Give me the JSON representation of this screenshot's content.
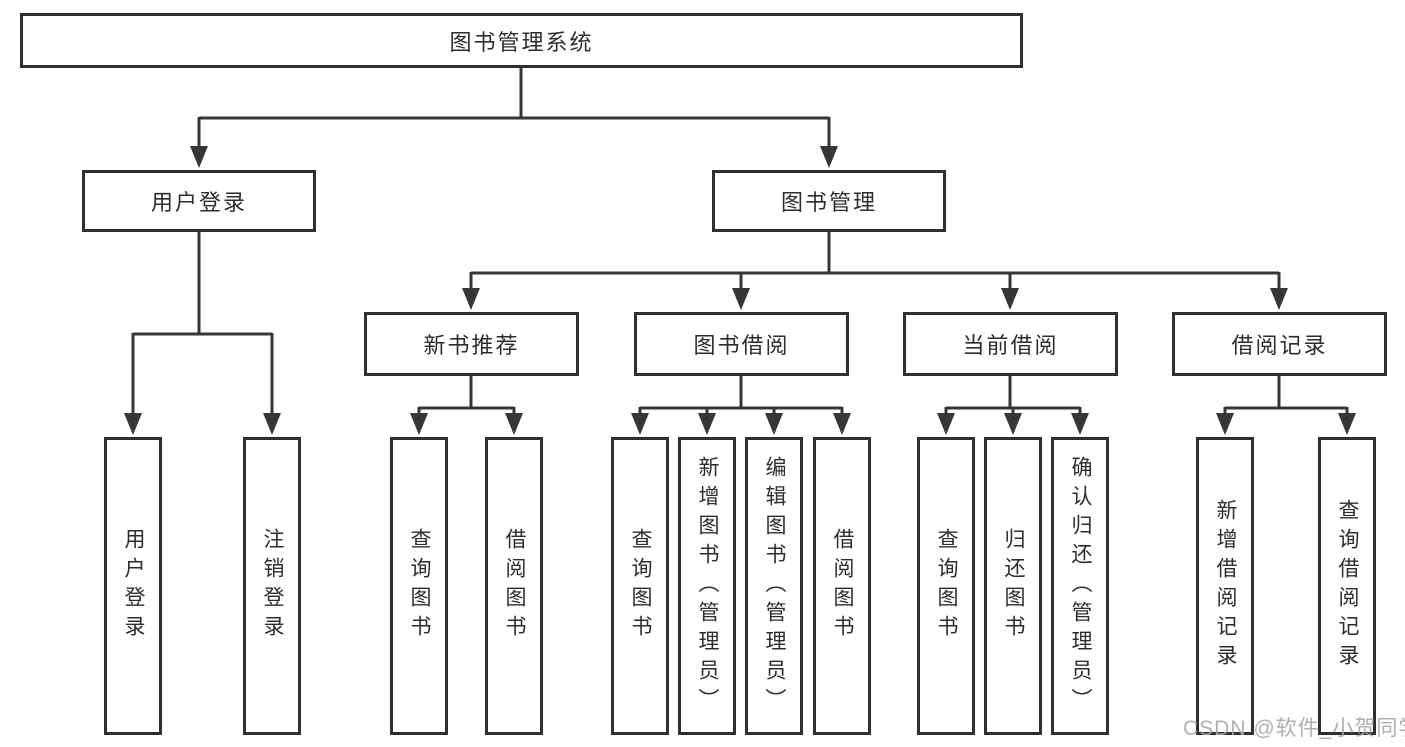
{
  "diagram": {
    "root": {
      "label": "图书管理系统",
      "children": [
        {
          "label": "用户登录",
          "children": [
            {
              "label": "用户登录"
            },
            {
              "label": "注销登录"
            }
          ]
        },
        {
          "label": "图书管理",
          "children": [
            {
              "label": "新书推荐",
              "children": [
                {
                  "label": "查询图书"
                },
                {
                  "label": "借阅图书"
                }
              ]
            },
            {
              "label": "图书借阅",
              "children": [
                {
                  "label": "查询图书"
                },
                {
                  "label": "新增图书（管理员）"
                },
                {
                  "label": "编辑图书（管理员）"
                },
                {
                  "label": "借阅图书"
                }
              ]
            },
            {
              "label": "当前借阅",
              "children": [
                {
                  "label": "查询图书"
                },
                {
                  "label": "归还图书"
                },
                {
                  "label": "确认归还（管理员）"
                }
              ]
            },
            {
              "label": "借阅记录",
              "children": [
                {
                  "label": "新增借阅记录"
                },
                {
                  "label": "查询借阅记录"
                }
              ]
            }
          ]
        }
      ]
    }
  },
  "watermark": {
    "text": "CSDN @软件_小贺同学"
  },
  "colors": {
    "line": "#363636",
    "box_border": "#2f2f2f",
    "text": "#2d2d2d",
    "background": "#ffffff",
    "watermark": "#a8a8a8"
  }
}
